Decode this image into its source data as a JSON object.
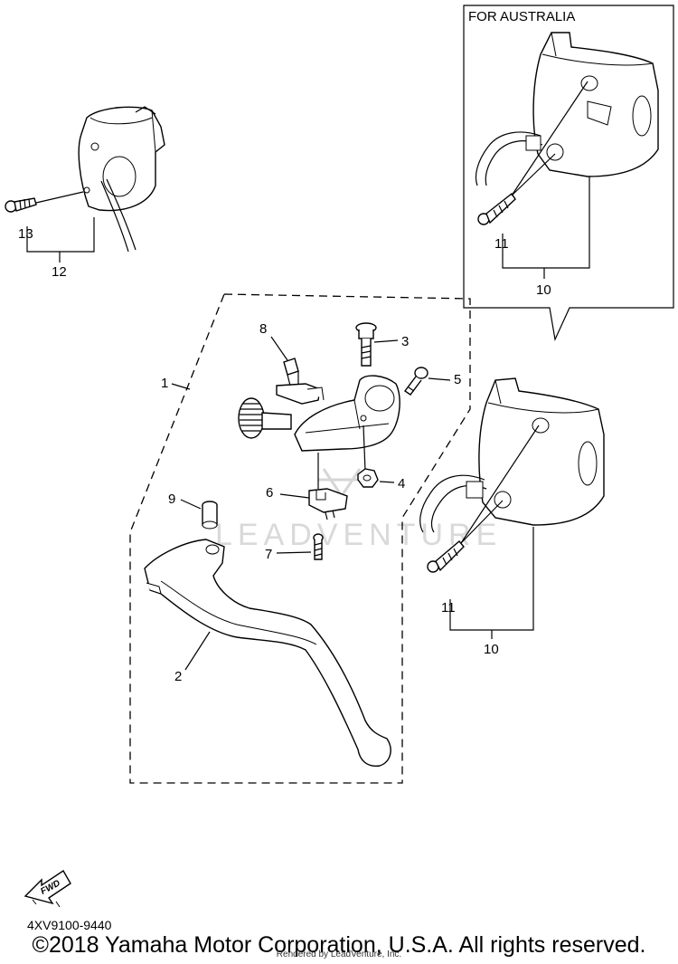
{
  "inset": {
    "title": "FOR AUSTRALIA"
  },
  "callouts": {
    "c1": "1",
    "c2": "2",
    "c3": "3",
    "c4": "4",
    "c5": "5",
    "c6": "6",
    "c7": "7",
    "c8": "8",
    "c9": "9",
    "c10_main": "10",
    "c11_main": "11",
    "c10_inset": "10",
    "c11_inset": "11",
    "c12": "12",
    "c13": "13"
  },
  "fwd_label": "FWD",
  "watermark": "LEADVENTURE",
  "footer": {
    "diagram_code": "4XV9100-9440",
    "copyright": "©2018 Yamaha Motor Corporation, U.S.A. All rights reserved.",
    "rendered_by": "Rendered by LeadVenture, Inc."
  }
}
